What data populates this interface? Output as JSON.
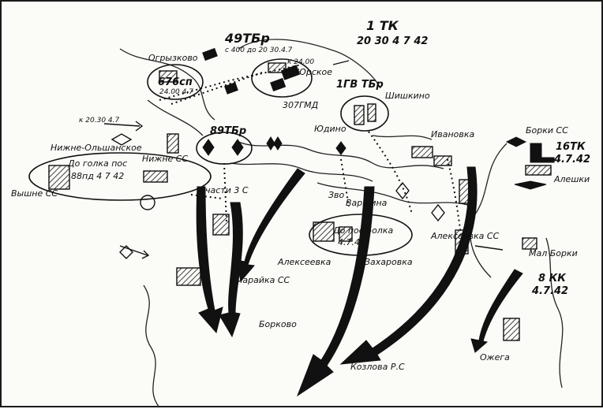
{
  "colors": {
    "ink": "#111111",
    "paper": "#fbfbf8"
  },
  "units": {
    "tk1": "1 ТК",
    "tk1_date": "20 30 4 7 42",
    "tbr49": "49ТБр",
    "tbr49_time": "с 400 до 20 30.4.7",
    "time_k2400": "к 24.00",
    "sp676": "676сп",
    "sp676_time": "24.00 4.7",
    "gvtbr1": "1ГВ ТБр",
    "gmd307": "307ГМД",
    "tbr89": "89ТБр",
    "time_k20304": "к 20.30 4.7",
    "kk8": "8 КК",
    "kk8_date": "4.7.42",
    "tk16": "16ТК",
    "tk16_date": "4.7.42"
  },
  "places": {
    "ogryzkovo": "Огрызково",
    "yurskoe": "Юрское",
    "shishkino": "Шишкино",
    "yudino": "Юдино",
    "ivanovka": "Ивановка",
    "borki_ss": "Борки СС",
    "aleshki": "Алешки",
    "nizhne_olshanskoe": "Нижне-Ольшанское",
    "nizhne_ss": "Нижне СС",
    "vyshne_ss": "Вышне СС",
    "dogolka_pos": "До голка пос",
    "dogolka_date": "88пд 4 7 42",
    "chasti": "части 3 С",
    "varshina": "Варшина",
    "zvo": "Зво",
    "do_pos_bolka": "До пос болка",
    "do_pos_bolka_date": "4.7.42",
    "alekseevka": "Алексеевка",
    "zakharovka": "Захаровка",
    "alekseevka_ss": "Алексеевка СС",
    "mal_borki": "Мал Борки",
    "zmaraika": "Змарайка СС",
    "borkovo": "Борково",
    "ozhega": "Ожега",
    "kozlova": "Козлова Р.С"
  }
}
